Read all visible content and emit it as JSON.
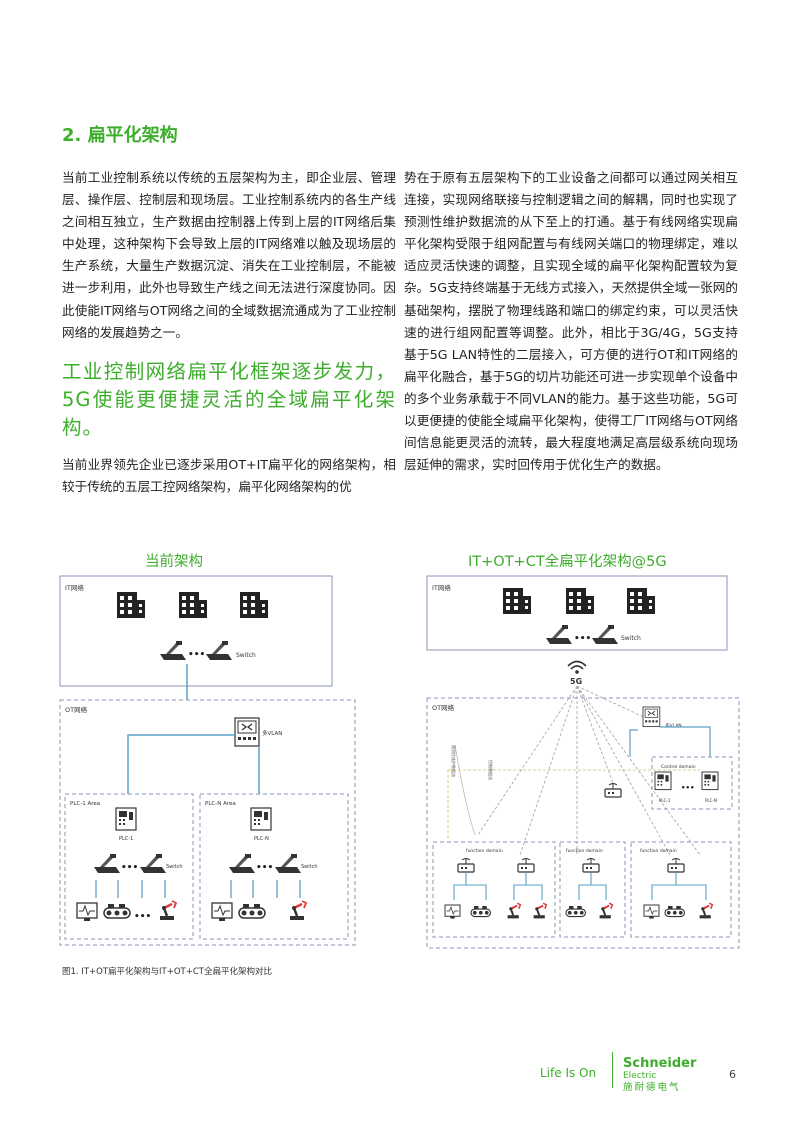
{
  "heading": "2. 扁平化架构",
  "left_column": {
    "para1": "当前工业控制系统以传统的五层架构为主，即企业层、管理层、操作层、控制层和现场层。工业控制系统内的各生产线之间相互独立，生产数据由控制器上传到上层的IT网络后集中处理，这种架构下会导致上层的IT网络难以触及现场层的生产系统，大量生产数据沉淀、消失在工业控制层，不能被进一步利用，此外也导致生产线之间无法进行深度协同。因此使能IT网络与OT网络之间的全域数据流通成为了工业控制网络的发展趋势之一。",
    "pull_quote": "工业控制网络扁平化框架逐步发力，5G使能更便捷灵活的全域扁平化架构。",
    "para2": "当前业界领先企业已逐步采用OT+IT扁平化的网络架构，相较于传统的五层工控网络架构，扁平化网络架构的优"
  },
  "right_column": {
    "para1": "势在于原有五层架构下的工业设备之间都可以通过网关相互连接，实现网络联接与控制逻辑之间的解耦，同时也实现了预测性维护数据流的从下至上的打通。基于有线网络实现扁平化架构受限于组网配置与有线网关端口的物理绑定，难以适应灵活快速的调整，且实现全域的扁平化架构配置较为复杂。5G支持终端基于无线方式接入，天然提供全域一张网的基础架构，摆脱了物理线路和端口的绑定约束，可以灵活快速的进行组网配置等调整。此外，相比于3G/4G，5G支持基于5G LAN特性的二层接入，可方便的进行OT和IT网络的扁平化融合，基于5G的切片功能还可进一步实现单个设备中的多个业务承载于不同VLAN的能力。基于这些功能，5G可以更便捷的使能全域扁平化架构，使得工厂IT网络与OT网络间信息能更灵活的流转，最大程度地满足高层级系统向现场层延伸的需求，实时回传用于优化生产的数据。"
  },
  "figure": {
    "left_title": "当前架构",
    "right_title": "IT+OT+CT全扁平化架构@5G",
    "caption": "图1. IT+OT扁平化架构与IT+OT+CT全扁平化架构对比",
    "left": {
      "it_label": "IT网络",
      "switch_label": "Switch",
      "ot_label": "OT网络",
      "vlan_label": "多VLAN",
      "area1_label": "PLC-1 Area",
      "area2_label": "PLC-N Area",
      "plc1_label": "PLC-1",
      "plcn_label": "PLC-N",
      "switch2_label": "Switch",
      "switch3_label": "Switch"
    },
    "right": {
      "it_label": "IT网络",
      "switch_label": "Switch",
      "g5_label": "5G",
      "ot_label": "OT网络",
      "vlan_label": "多VLAN",
      "control_domain": "Control domain",
      "plc1_label": "PLC-1",
      "plcn_label": "PLC-N",
      "func1": "function domain",
      "func2": "function domain",
      "func3": "function domain",
      "side1": "预测性维护数据流",
      "side2": "控制数据流"
    }
  },
  "footer": {
    "tagline": "Life Is On",
    "brand_name": "Schneider",
    "brand_sub": "Electric",
    "brand_cn": "施耐德电气",
    "page_number": "6"
  },
  "colors": {
    "accent": "#3dae2b",
    "frame": "#8a94b8"
  }
}
